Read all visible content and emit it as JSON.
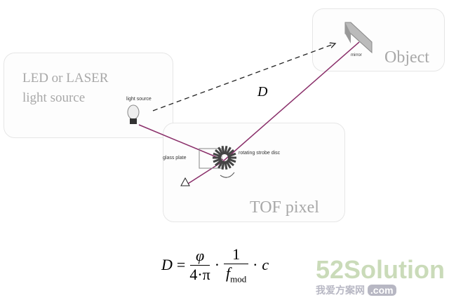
{
  "source_box": {
    "line1": "LED or LASER",
    "line2": "light source"
  },
  "object_box": {
    "label": "Object",
    "mirror_label": "mirror"
  },
  "tof_box": {
    "label": "TOF pixel",
    "glass_plate": "glass plate",
    "disc_label": "rotating strobe disc"
  },
  "light_source_label": "light source",
  "distance_label": "D",
  "formula": {
    "lhs": "D",
    "eq": "=",
    "num1": "φ",
    "den1": "4·π",
    "dot": "·",
    "num2": "1",
    "den2_f": "f",
    "den2_sub": "mod",
    "c": "c"
  },
  "watermark": {
    "main": "52Solution",
    "sub": "我爱方案网",
    "com": ".com"
  },
  "colors": {
    "beam": "#8a2f6a",
    "label": "#a8a8a8"
  }
}
